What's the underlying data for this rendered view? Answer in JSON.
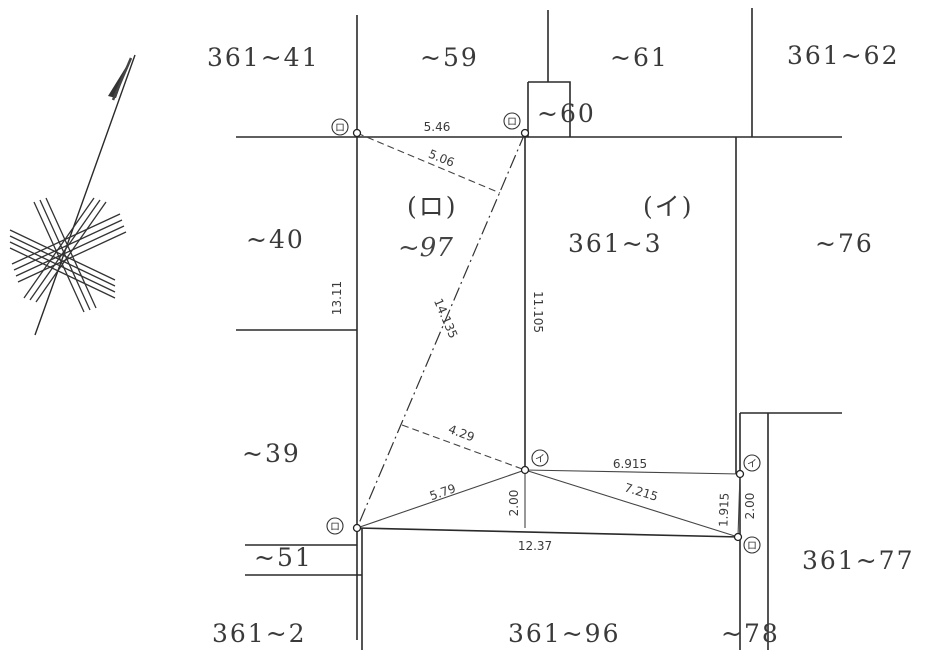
{
  "lots": {
    "l_361_41": "361~41",
    "l_59": "~59",
    "l_61": "~61",
    "l_361_62": "361~62",
    "l_60": "~60",
    "l_40": "~40",
    "l_76": "~76",
    "l_39": "~39",
    "l_51": "~51",
    "l_361_77": "361~77",
    "l_361_2": "361~2",
    "l_361_96": "361~96",
    "l_78": "~78",
    "l_361_3": "361~3",
    "l_97": "~97"
  },
  "parcel_labels": {
    "ro": "(ロ)",
    "i": "(イ)"
  },
  "dimensions": {
    "d_5_46": "5.46",
    "d_5_06": "5.06",
    "d_14_135": "14.135",
    "d_11_105": "11.105",
    "d_13_11": "13.11",
    "d_4_29": "4.29",
    "d_6_915": "6.915",
    "d_5_79": "5.79",
    "d_7_215": "7.215",
    "d_2_00_a": "2.00",
    "d_1_915": "1.915",
    "d_2_00_b": "2.00",
    "d_12_37": "12.37"
  },
  "markers": {
    "ro_mark": "ロ",
    "i_mark": "イ"
  },
  "colors": {
    "ink": "#2a2a2a",
    "paper": "#ffffff"
  },
  "icons": {
    "north_arrow": "north-arrow-compass-icon"
  }
}
